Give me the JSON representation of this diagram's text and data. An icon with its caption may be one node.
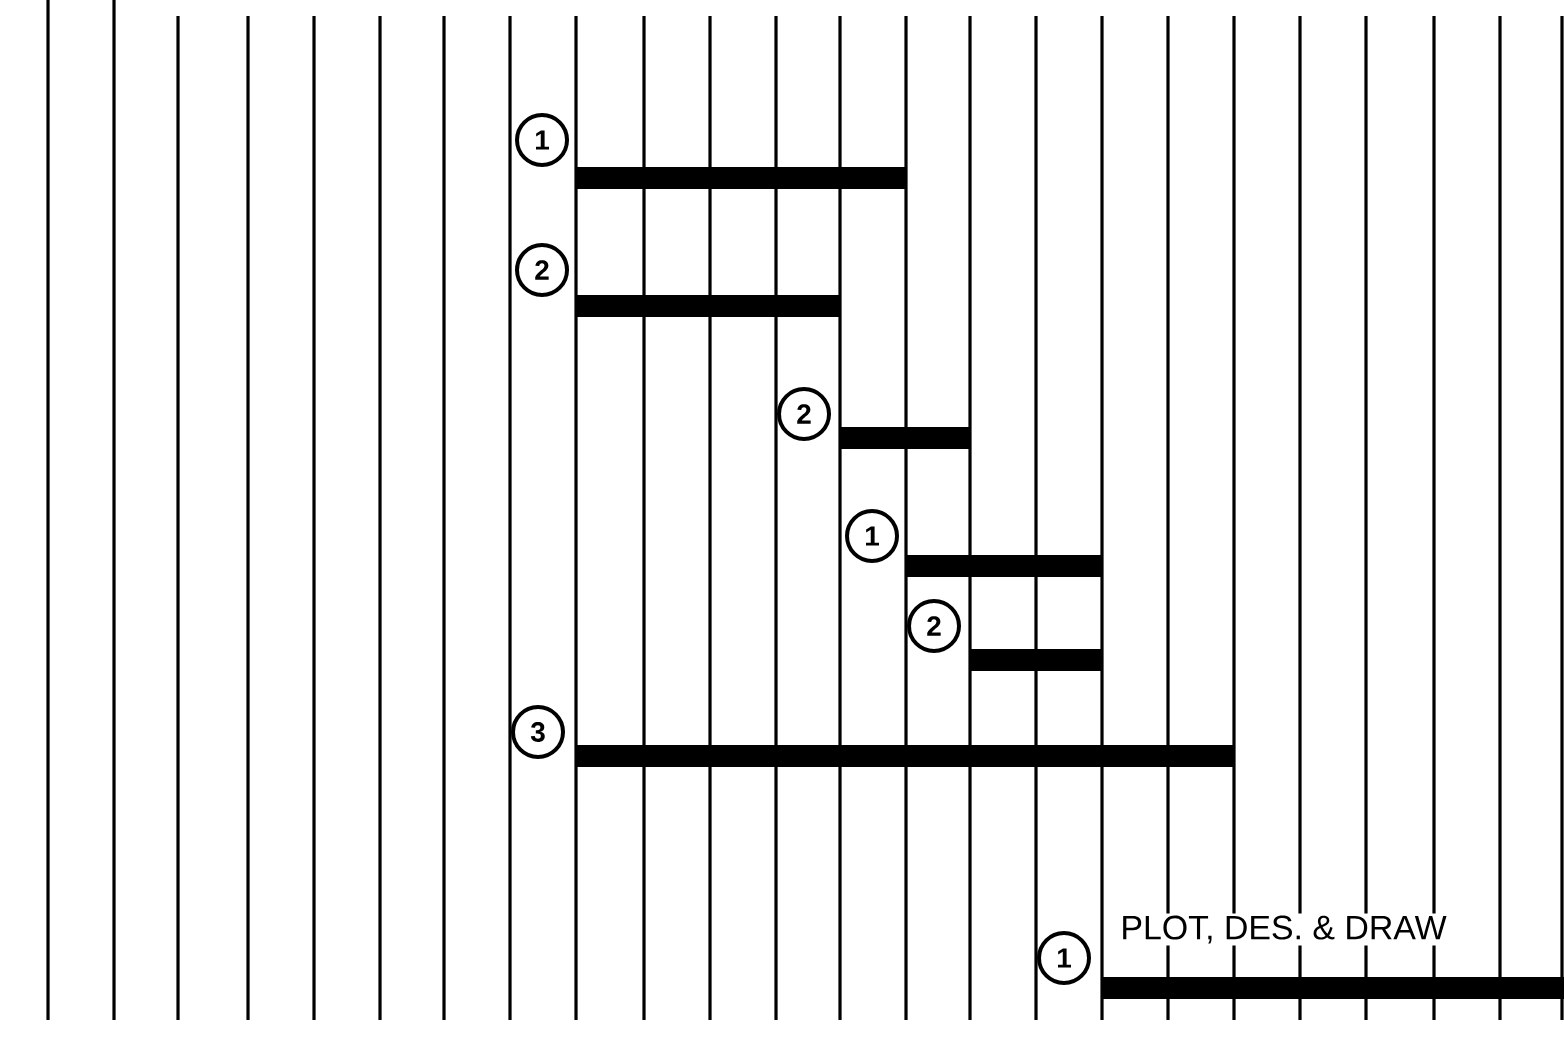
{
  "diagram": {
    "nodes": [
      {
        "text": [
          "1"
        ]
      },
      {
        "text": [
          "2"
        ]
      },
      {
        "text": [
          "2"
        ]
      },
      {
        "text": [
          "1"
        ]
      },
      {
        "text": [
          "2"
        ]
      },
      {
        "text": [
          "3"
        ]
      },
      {
        "text": [
          "1"
        ],
        "beside": [
          "PLOT, DES. & DRAW"
        ]
      }
    ]
  }
}
